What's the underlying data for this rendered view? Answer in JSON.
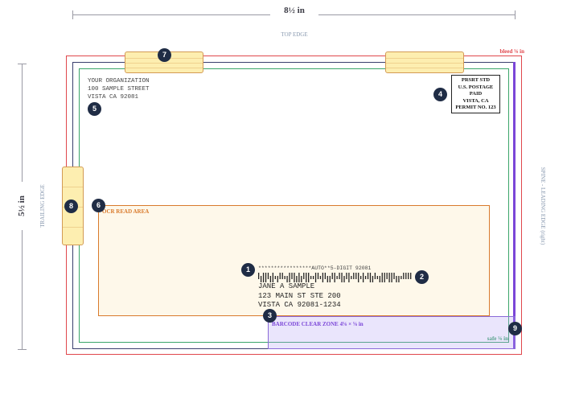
{
  "dimensions": {
    "width_label": "8½ in",
    "height_label": "5½ in"
  },
  "edges": {
    "top": "TOP EDGE",
    "trailing": "TRAILING EDGE",
    "spine": "SPINE - LEADING EDGE (right)"
  },
  "zones": {
    "bleed": "bleed ⅛ in",
    "safe": "safe ⅛ in",
    "ocr": "OCR READ AREA",
    "barcode_clear": "BARCODE CLEAR ZONE 4⅝ × ⅝ in"
  },
  "return_address": {
    "line1": "YOUR ORGANIZATION",
    "line2": "100 SAMPLE STREET",
    "line3": "VISTA CA 92081"
  },
  "indicia": {
    "line1": "PRSRT STD",
    "line2": "U.S. POSTAGE",
    "line3": "PAID",
    "line4": "VISTA, CA",
    "line5": "PERMIT NO. 123"
  },
  "recipient": {
    "endorsement": "*****************AUTO**5-DIGIT 92081",
    "name": "JANE A SAMPLE",
    "street": "123 MAIN ST STE 200",
    "city": "VISTA CA 92081-1234"
  },
  "badges": {
    "b1": "1",
    "b2": "2",
    "b3": "3",
    "b4": "4",
    "b5": "5",
    "b6": "6",
    "b7": "7",
    "b8": "8",
    "b9": "9"
  },
  "colors": {
    "bleed": "#e0474c",
    "trim": "#3a3f6e",
    "safe": "#3aa569",
    "ocr": "#d97a2c",
    "barcode": "#7b46d8",
    "tape_fill": "#fdeeb0",
    "badge": "#1f2c45"
  }
}
